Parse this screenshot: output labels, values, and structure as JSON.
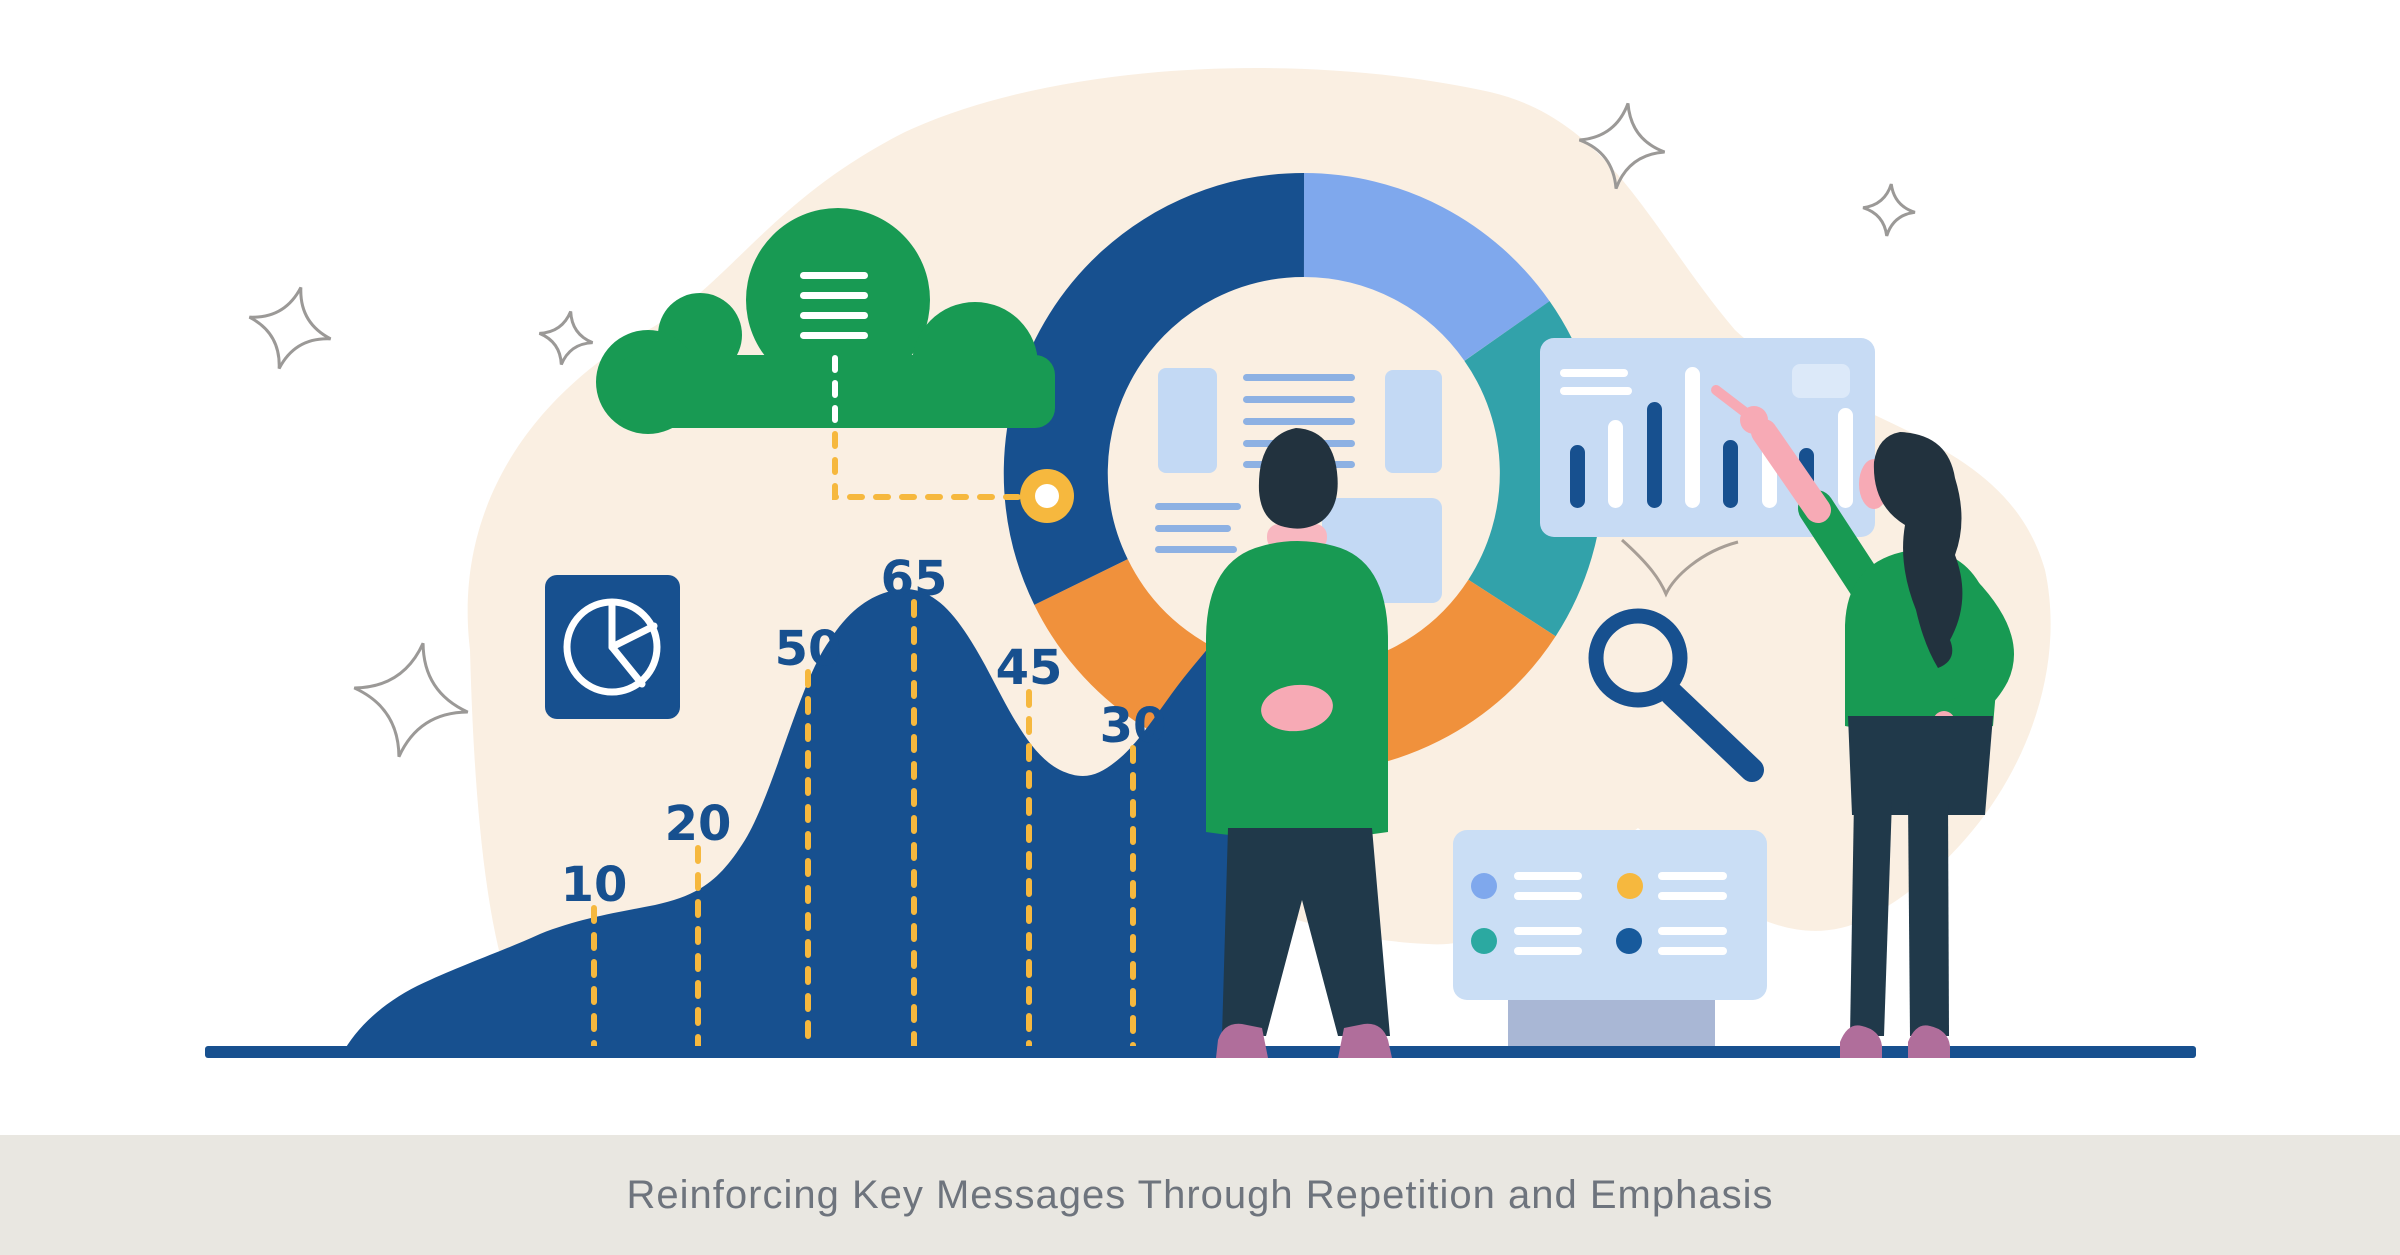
{
  "caption": {
    "text": "Reinforcing Key Messages Through Repetition and Emphasis"
  },
  "chart_data": {
    "type": "area",
    "labels": [
      "10",
      "20",
      "50",
      "65",
      "45",
      "30"
    ],
    "values": [
      10,
      20,
      50,
      65,
      45,
      30
    ],
    "title": "",
    "xlabel": "",
    "ylabel": "",
    "notes": "Decorative dark-blue wave area chart with yellow dashed value guides"
  },
  "donut": {
    "segments": [
      {
        "name": "dark-blue",
        "color": "#17508f",
        "from_deg": 244,
        "to_deg": 360
      },
      {
        "name": "light-blue",
        "color": "#7fa8ed",
        "from_deg": 0,
        "to_deg": 55
      },
      {
        "name": "teal",
        "color": "#32a2aa",
        "from_deg": 55,
        "to_deg": 123
      },
      {
        "name": "orange",
        "color": "#f0913c",
        "from_deg": 123,
        "to_deg": 244
      }
    ]
  },
  "monitor_bullets": [
    {
      "color": "#7fa8ed"
    },
    {
      "color": "#f6b83e"
    },
    {
      "color": "#2ba9a1"
    },
    {
      "color": "#175a9c"
    }
  ],
  "palette": {
    "dark_blue": "#17508f",
    "light_blue": "#7fa8ed",
    "teal": "#32a2aa",
    "orange": "#f0913c",
    "yellow": "#f6b83e",
    "green": "#189a53",
    "cream": "#faefe2",
    "panel_blue": "#c7dbf4",
    "doc_line_blue": "#8db1e3",
    "stand_gray": "#a9b7d5",
    "skin_pink": "#f7aab5",
    "hair_dark": "#22323e",
    "pants_dark": "#20394a",
    "shoe_mauve": "#b06e9b",
    "band_gray": "#e9e7e1",
    "caption_gray": "#6e747d",
    "sparkle_gray": "#9b9997"
  },
  "icons": [
    "pie-chart-icon",
    "cloud-icon",
    "magnifier-icon",
    "sparkle-icon",
    "connector-node",
    "bar-chart-panel",
    "monitor-screen"
  ]
}
